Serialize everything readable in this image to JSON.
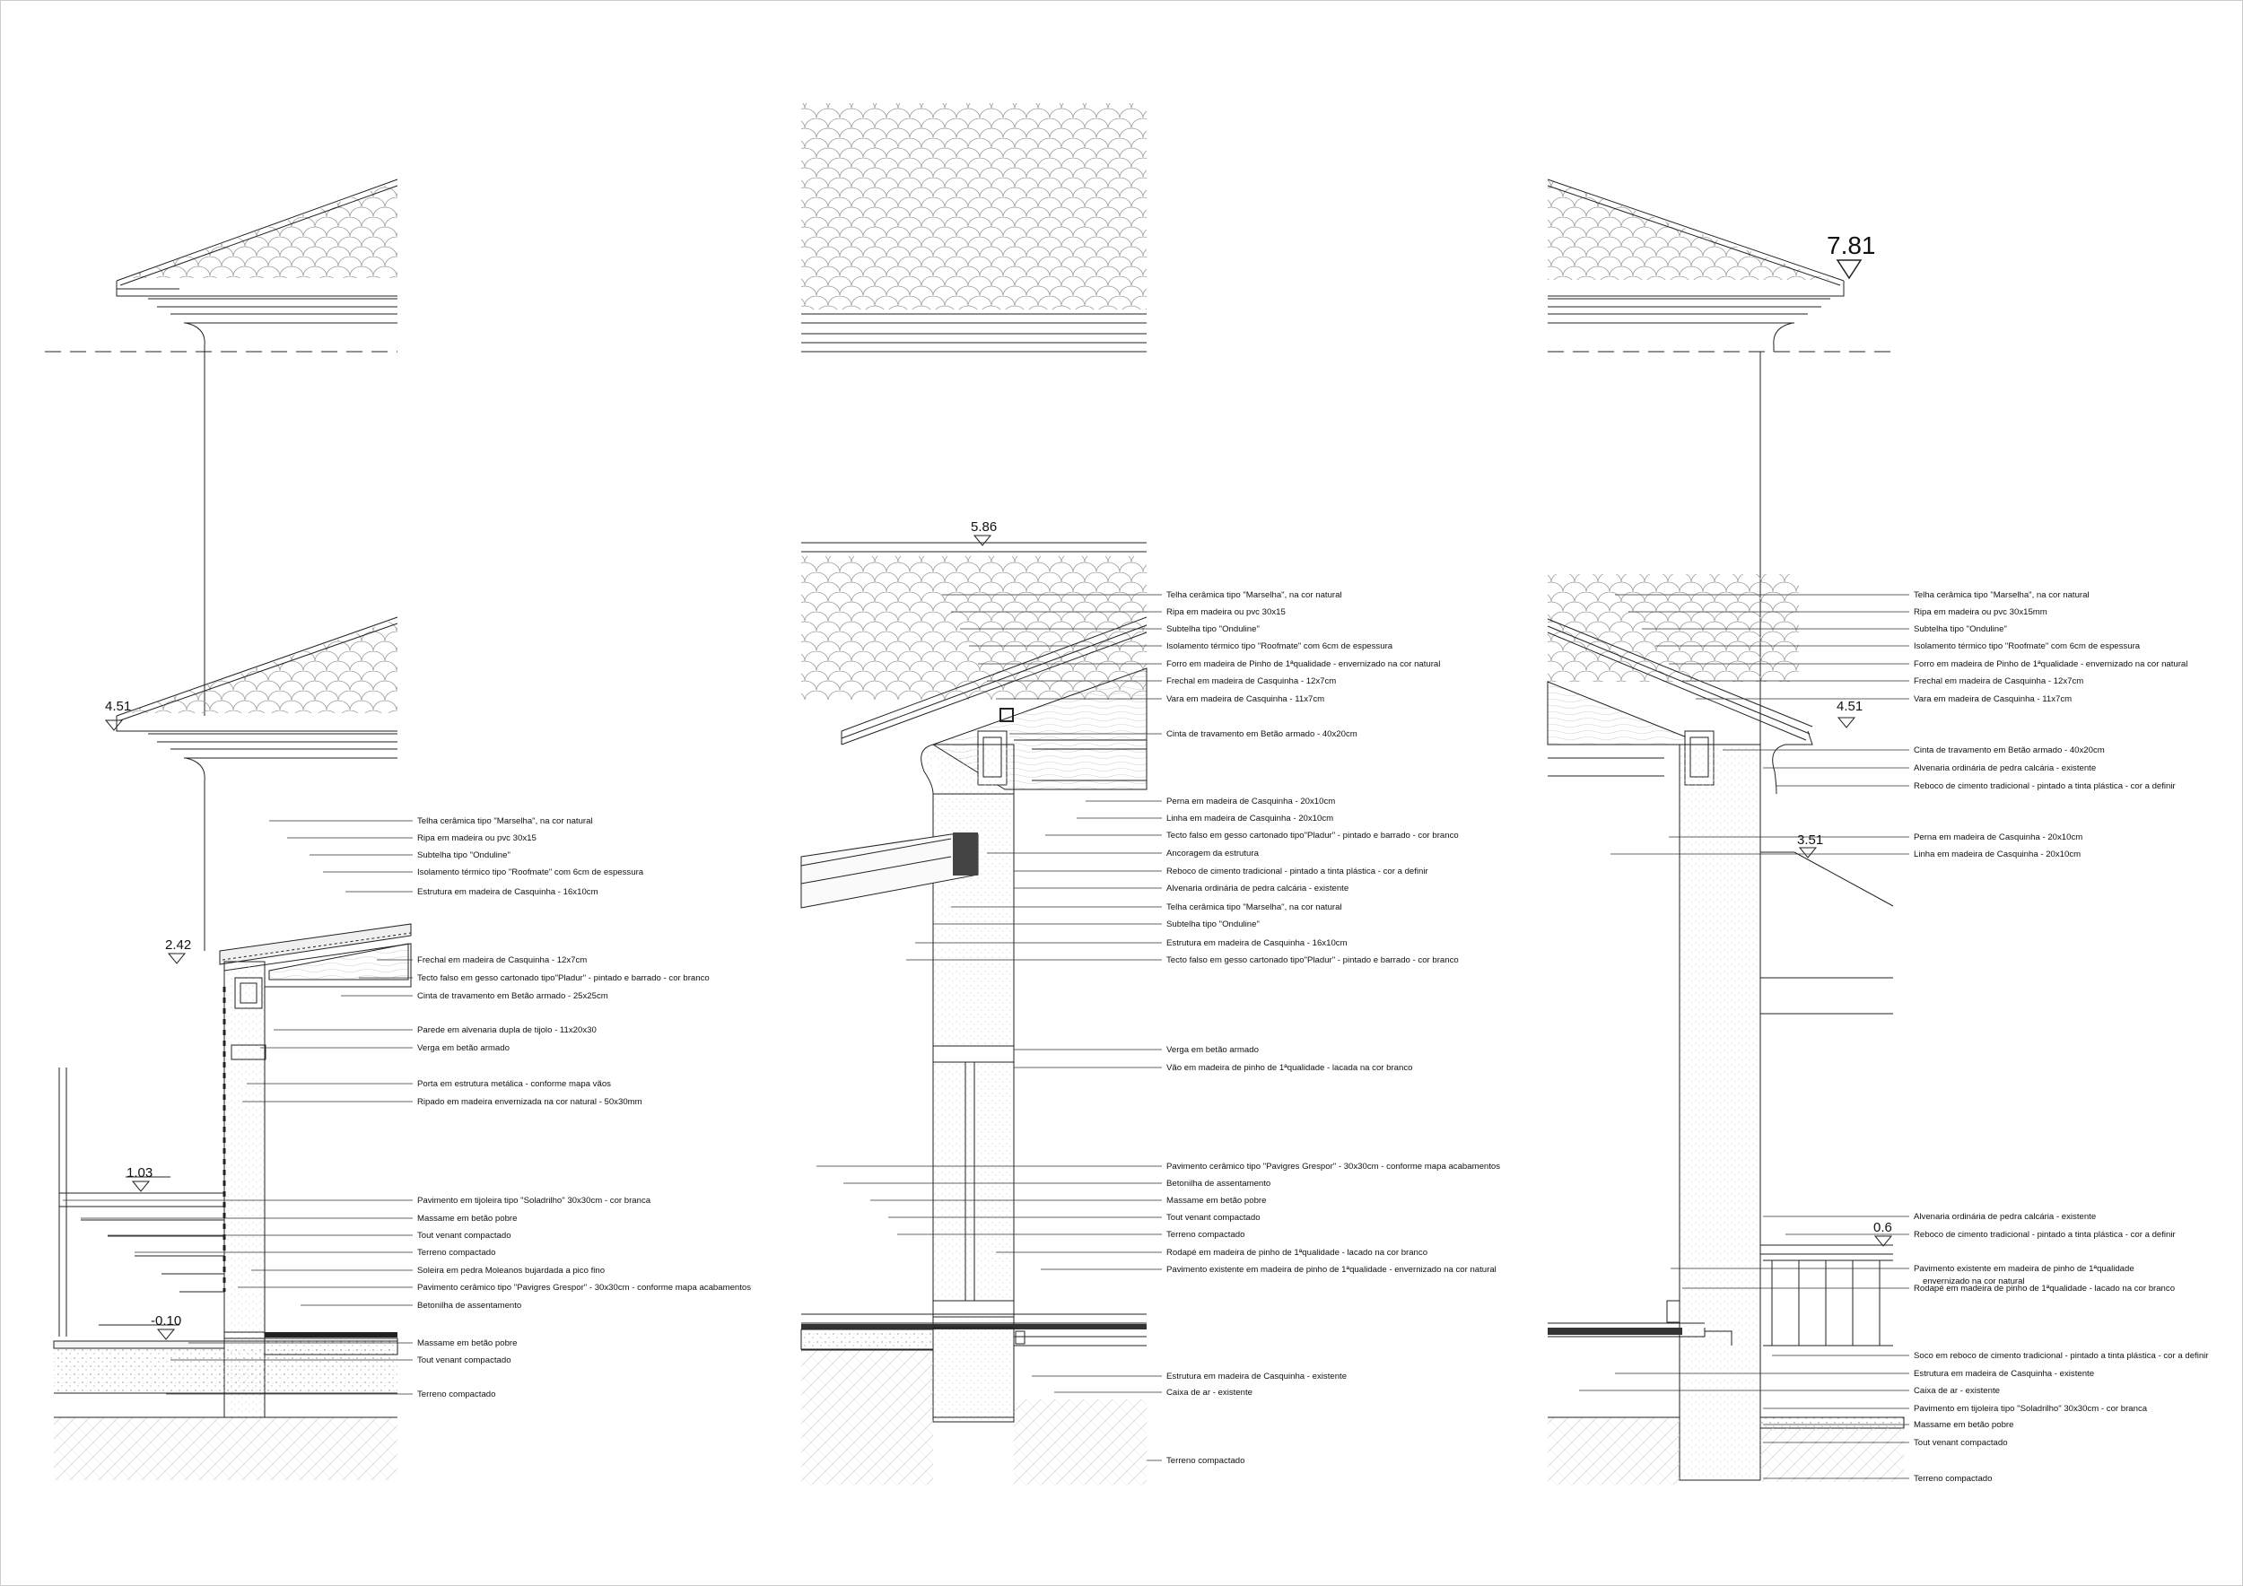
{
  "levels": {
    "left_451": "4.51",
    "left_242": "2.42",
    "left_103": "1.03",
    "left_m010": "-0.10",
    "mid_586": "5.86",
    "right_781": "7.81",
    "right_451": "4.51",
    "right_351": "3.51",
    "right_06": "0.6"
  },
  "annotations": {
    "left": [
      "Telha cerâmica tipo \"Marselha\", na cor natural",
      "Ripa em madeira ou pvc 30x15",
      "Subtelha tipo \"Onduline\"",
      "Isolamento térmico tipo \"Roofmate\" com 6cm de espessura",
      "Estrutura em madeira de Casquinha - 16x10cm",
      "Frechal em madeira de Casquinha - 12x7cm",
      "Tecto falso em gesso cartonado tipo\"Pladur\" - pintado e barrado - cor branco",
      "Cinta de travamento em Betão armado - 25x25cm",
      "Parede em alvenaria dupla de tijolo - 11x20x30",
      "Verga em betão armado",
      "Porta em estrutura metálica - conforme mapa vãos",
      "Ripado em madeira envernizada na cor natural - 50x30mm",
      "Pavimento em tijoleira tipo \"Soladrilho\" 30x30cm - cor branca",
      "Massame em betão pobre",
      "Tout venant compactado",
      "Terreno compactado",
      "Soleira em pedra Moleanos bujardada a pico fino",
      "Pavimento cerâmico tipo \"Pavigres Grespor\" - 30x30cm - conforme mapa acabamentos",
      "Betonilha de assentamento",
      "Massame em betão pobre",
      "Tout venant compactado",
      "Terreno compactado"
    ],
    "middle": [
      "Telha cerâmica tipo \"Marselha\", na cor natural",
      "Ripa em madeira ou pvc 30x15",
      "Subtelha tipo \"Onduline\"",
      "Isolamento térmico tipo \"Roofmate\" com 6cm de espessura",
      "Forro em madeira de Pinho de 1ªqualidade - envernizado na cor natural",
      "Frechal em madeira de Casquinha - 12x7cm",
      "Vara em madeira de Casquinha - 11x7cm",
      "Cinta de travamento em Betão armado - 40x20cm",
      "Perna em madeira de Casquinha - 20x10cm",
      "Linha em madeira de Casquinha - 20x10cm",
      "Tecto falso em gesso cartonado tipo\"Pladur\" - pintado e barrado - cor branco",
      "Ancoragem da estrutura",
      "Reboco de cimento tradicional - pintado a tinta plástica - cor a definir",
      "Alvenaria ordinária de pedra calcária - existente",
      "Telha cerâmica tipo \"Marselha\", na cor natural",
      "Subtelha tipo \"Onduline\"",
      "Estrutura em madeira de Casquinha - 16x10cm",
      "Tecto falso em gesso cartonado tipo\"Pladur\" - pintado e barrado - cor branco",
      "Verga em betão armado",
      "Vão em madeira de pinho de 1ªqualidade - lacada na cor branco",
      "Pavimento cerâmico tipo \"Pavigres Grespor\" - 30x30cm - conforme mapa acabamentos",
      "Betonilha de assentamento",
      "Massame em betão pobre",
      "Tout venant compactado",
      "Terreno compactado",
      "Rodapé em madeira de pinho de 1ªqualidade - lacado na cor branco",
      "Pavimento existente em madeira de pinho de 1ªqualidade - envernizado na cor natural",
      "Estrutura em madeira de Casquinha - existente",
      "Caixa de ar - existente",
      "Terreno compactado"
    ],
    "right": [
      "Telha cerâmica tipo \"Marselha\", na cor natural",
      "Ripa em madeira ou pvc 30x15mm",
      "Subtelha tipo \"Onduline\"",
      "Isolamento térmico tipo \"Roofmate\" com 6cm de espessura",
      "Forro em madeira de Pinho de 1ªqualidade - envernizado na cor natural",
      "Frechal em madeira de Casquinha - 12x7cm",
      "Vara em madeira de Casquinha - 11x7cm",
      "Cinta de travamento em Betão armado - 40x20cm",
      "Alvenaria ordinária de pedra calcária - existente",
      "Reboco de cimento tradicional - pintado a tinta plástica - cor a definir",
      "Perna em madeira de Casquinha - 20x10cm",
      "Linha em madeira de Casquinha - 20x10cm",
      "Alvenaria ordinária de pedra calcária - existente",
      "Reboco de cimento tradicional - pintado a tinta plástica - cor a definir",
      "Pavimento existente em madeira de pinho de 1ªqualidade",
      "envernizado na cor natural",
      "Rodapé em madeira de pinho de 1ªqualidade - lacado na cor branco",
      "Soco em reboco de cimento tradicional - pintado a tinta plástica - cor a definir",
      "Estrutura em madeira de Casquinha - existente",
      "Caixa de ar - existente",
      "Pavimento em tijoleira tipo \"Soladrilho\" 30x30cm - cor branca",
      "Massame em betão pobre",
      "Tout venant compactado",
      "Terreno compactado"
    ]
  }
}
